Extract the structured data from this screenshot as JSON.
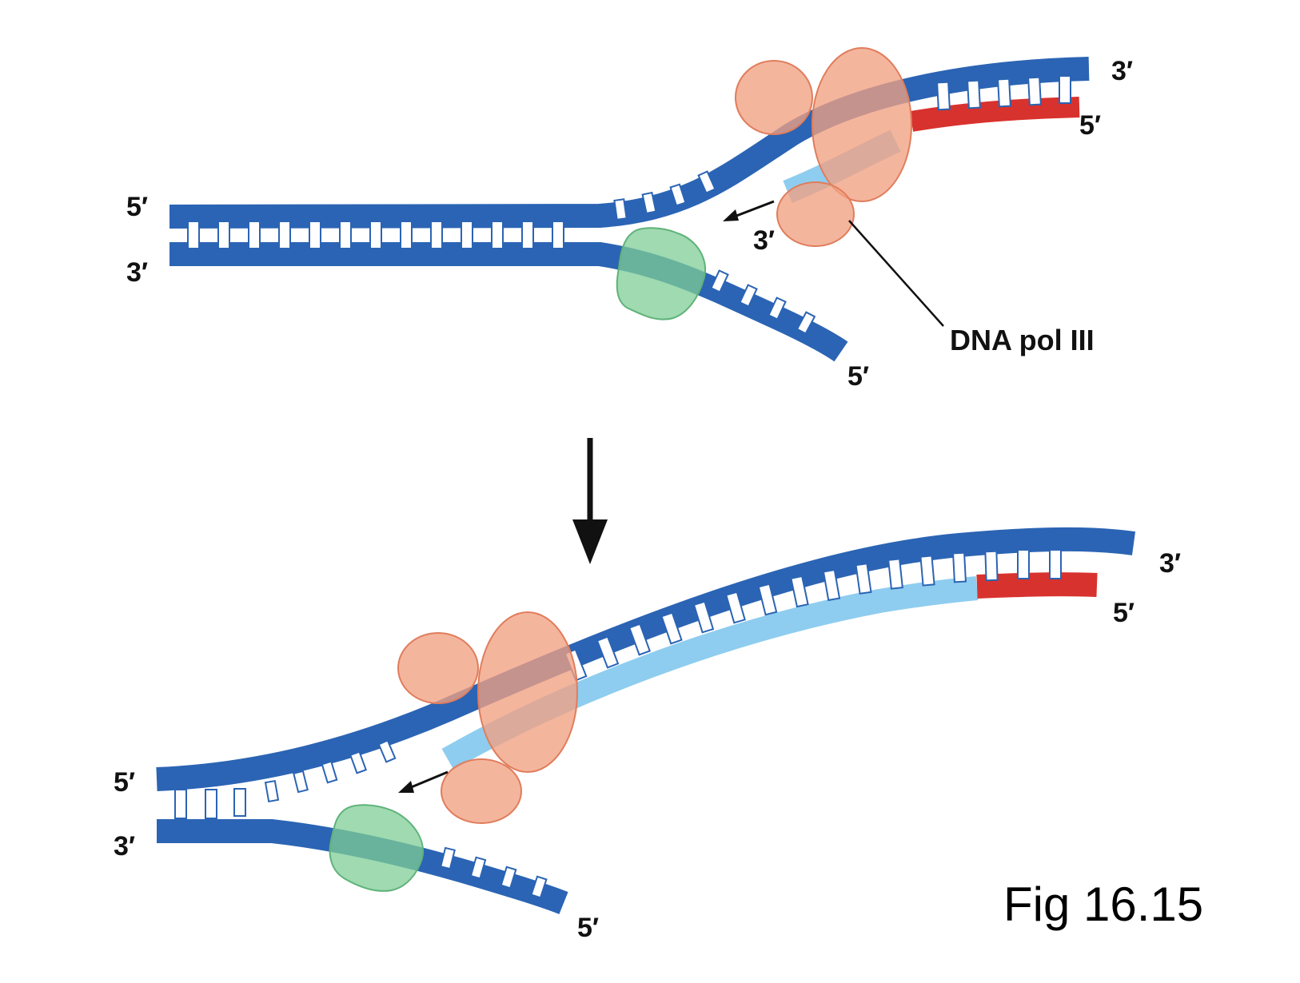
{
  "colors": {
    "parental_strand": "#2b64b4",
    "new_strand": "#8ecdef",
    "rna_primer": "#d8322e",
    "dna_pol_iii": "#f1a081",
    "sliding_clamp_loader": "#7fce95",
    "background": "#ffffff"
  },
  "panel_top": {
    "labels": {
      "left_top_5": "5′",
      "left_bottom_3": "3′",
      "right_top_3": "3′",
      "right_primer_5": "5′",
      "growing_end_3": "3′",
      "template_end_5": "5′"
    },
    "callout": {
      "text": "DNA pol III"
    }
  },
  "transition_arrow": {
    "icon": "down-arrow-icon"
  },
  "panel_bottom": {
    "labels": {
      "left_top_5": "5′",
      "left_bottom_3": "3′",
      "right_top_3": "3′",
      "right_primer_5": "5′",
      "template_end_5": "5′"
    }
  },
  "caption": {
    "text": "Fig 16.15"
  }
}
